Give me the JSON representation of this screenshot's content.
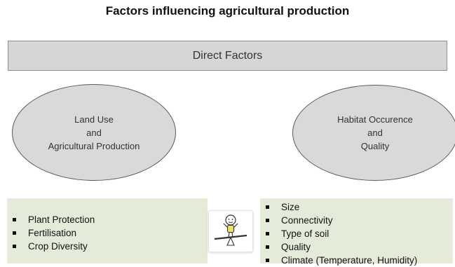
{
  "title": "Factors influencing agricultural production",
  "direct_factors": "Direct Factors",
  "left_ellipse": {
    "lines": [
      "Land Use",
      "and",
      "Agricultural Production"
    ]
  },
  "right_ellipse": {
    "lines": [
      "Habitat Occurence",
      "and",
      "Quality"
    ]
  },
  "left_list": [
    "Plant Protection",
    "Fertilisation",
    "Crop Diversity"
  ],
  "right_list": [
    "Size",
    "Connectivity",
    "Type of soil",
    "Quality",
    "Climate (Temperature, Humidity)"
  ],
  "icons": {
    "balance": "person-balancing-on-seesaw-icon"
  },
  "colors": {
    "bar": "#d6d6d6",
    "ellipse": "#d9d9d9",
    "panel": "#e4ecd9",
    "figure_yellow": "#f2df6a"
  }
}
